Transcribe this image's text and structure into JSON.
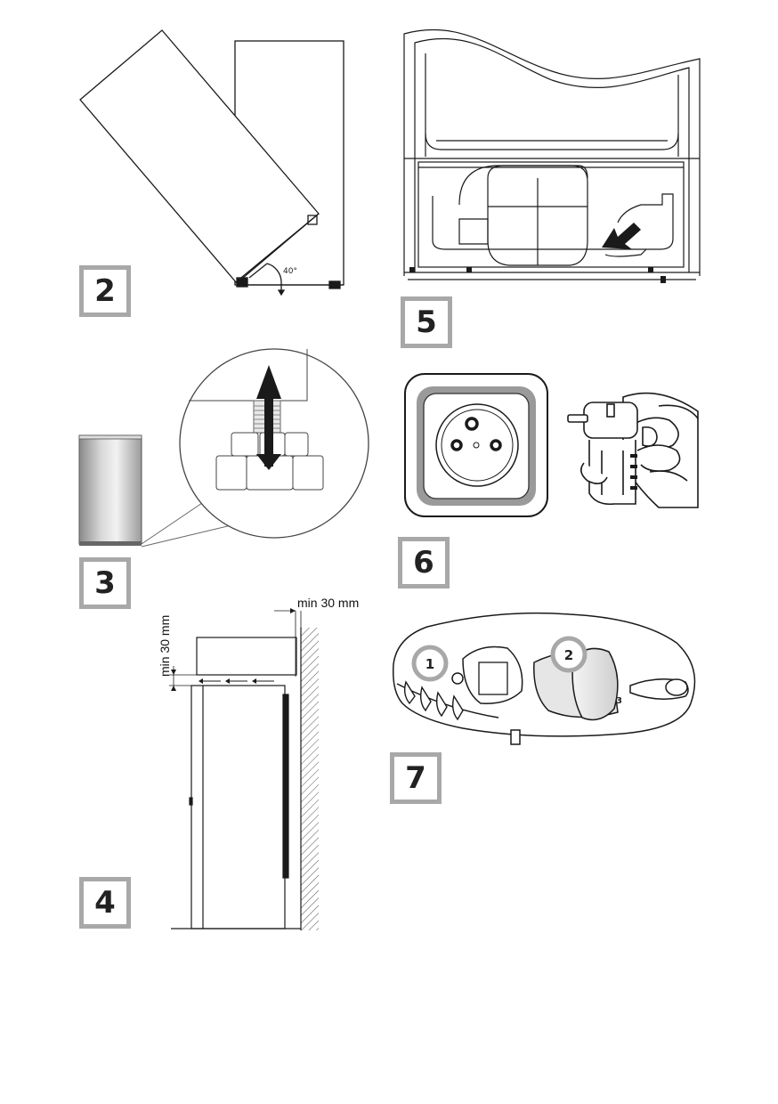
{
  "figures": {
    "fig2": {
      "step": "2",
      "angle_label": "40°"
    },
    "fig3": {
      "step": "3"
    },
    "fig4": {
      "step": "4",
      "gap_side_label": "min 30 mm",
      "gap_top_label": "min 30 mm"
    },
    "fig5": {
      "step": "5"
    },
    "fig6": {
      "step": "6"
    },
    "fig7": {
      "step": "7",
      "callout_1": "1",
      "callout_2": "2",
      "dial_mark_3": "3"
    }
  },
  "colors": {
    "badge_border": "#a8a8a8",
    "line": "#1a1a1a",
    "fridge_gray": "#b8b8b8"
  }
}
